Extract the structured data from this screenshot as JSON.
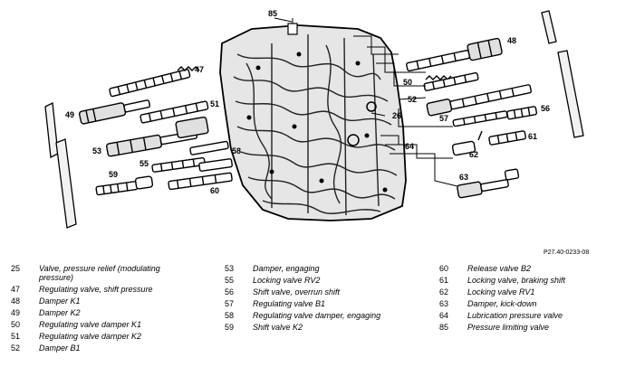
{
  "callouts": [
    "85",
    "47",
    "48",
    "49",
    "50",
    "51",
    "52",
    "26",
    "53",
    "57",
    "56",
    "58",
    "64",
    "55",
    "61",
    "59",
    "62",
    "63",
    "60"
  ],
  "reference": "P27.40-0233-08",
  "legend": [
    [
      {
        "num": "25",
        "text": "Valve, pressure relief (modulating pressure)"
      },
      {
        "num": "47",
        "text": "Regulating valve, shift pressure"
      },
      {
        "num": "48",
        "text": "Damper K1"
      },
      {
        "num": "49",
        "text": "Damper K2"
      },
      {
        "num": "50",
        "text": "Regulating valve damper K1"
      },
      {
        "num": "51",
        "text": "Regulating valve damper K2"
      },
      {
        "num": "52",
        "text": "Damper B1"
      }
    ],
    [
      {
        "num": "53",
        "text": "Damper, engaging"
      },
      {
        "num": "55",
        "text": "Locking valve RV2"
      },
      {
        "num": "56",
        "text": "Shift valve, overrun shift"
      },
      {
        "num": "57",
        "text": "Regulating valve B1"
      },
      {
        "num": "58",
        "text": "Regulating valve damper, engaging"
      },
      {
        "num": "59",
        "text": "Shift valve K2"
      }
    ],
    [
      {
        "num": "60",
        "text": "Release valve B2"
      },
      {
        "num": "61",
        "text": "Locking valve, braking shift"
      },
      {
        "num": "62",
        "text": "Locking valve RV1"
      },
      {
        "num": "63",
        "text": "Damper, kick-down"
      },
      {
        "num": "64",
        "text": "Lubrication pressure valve"
      },
      {
        "num": "85",
        "text": "Pressure limiting valve"
      }
    ]
  ]
}
